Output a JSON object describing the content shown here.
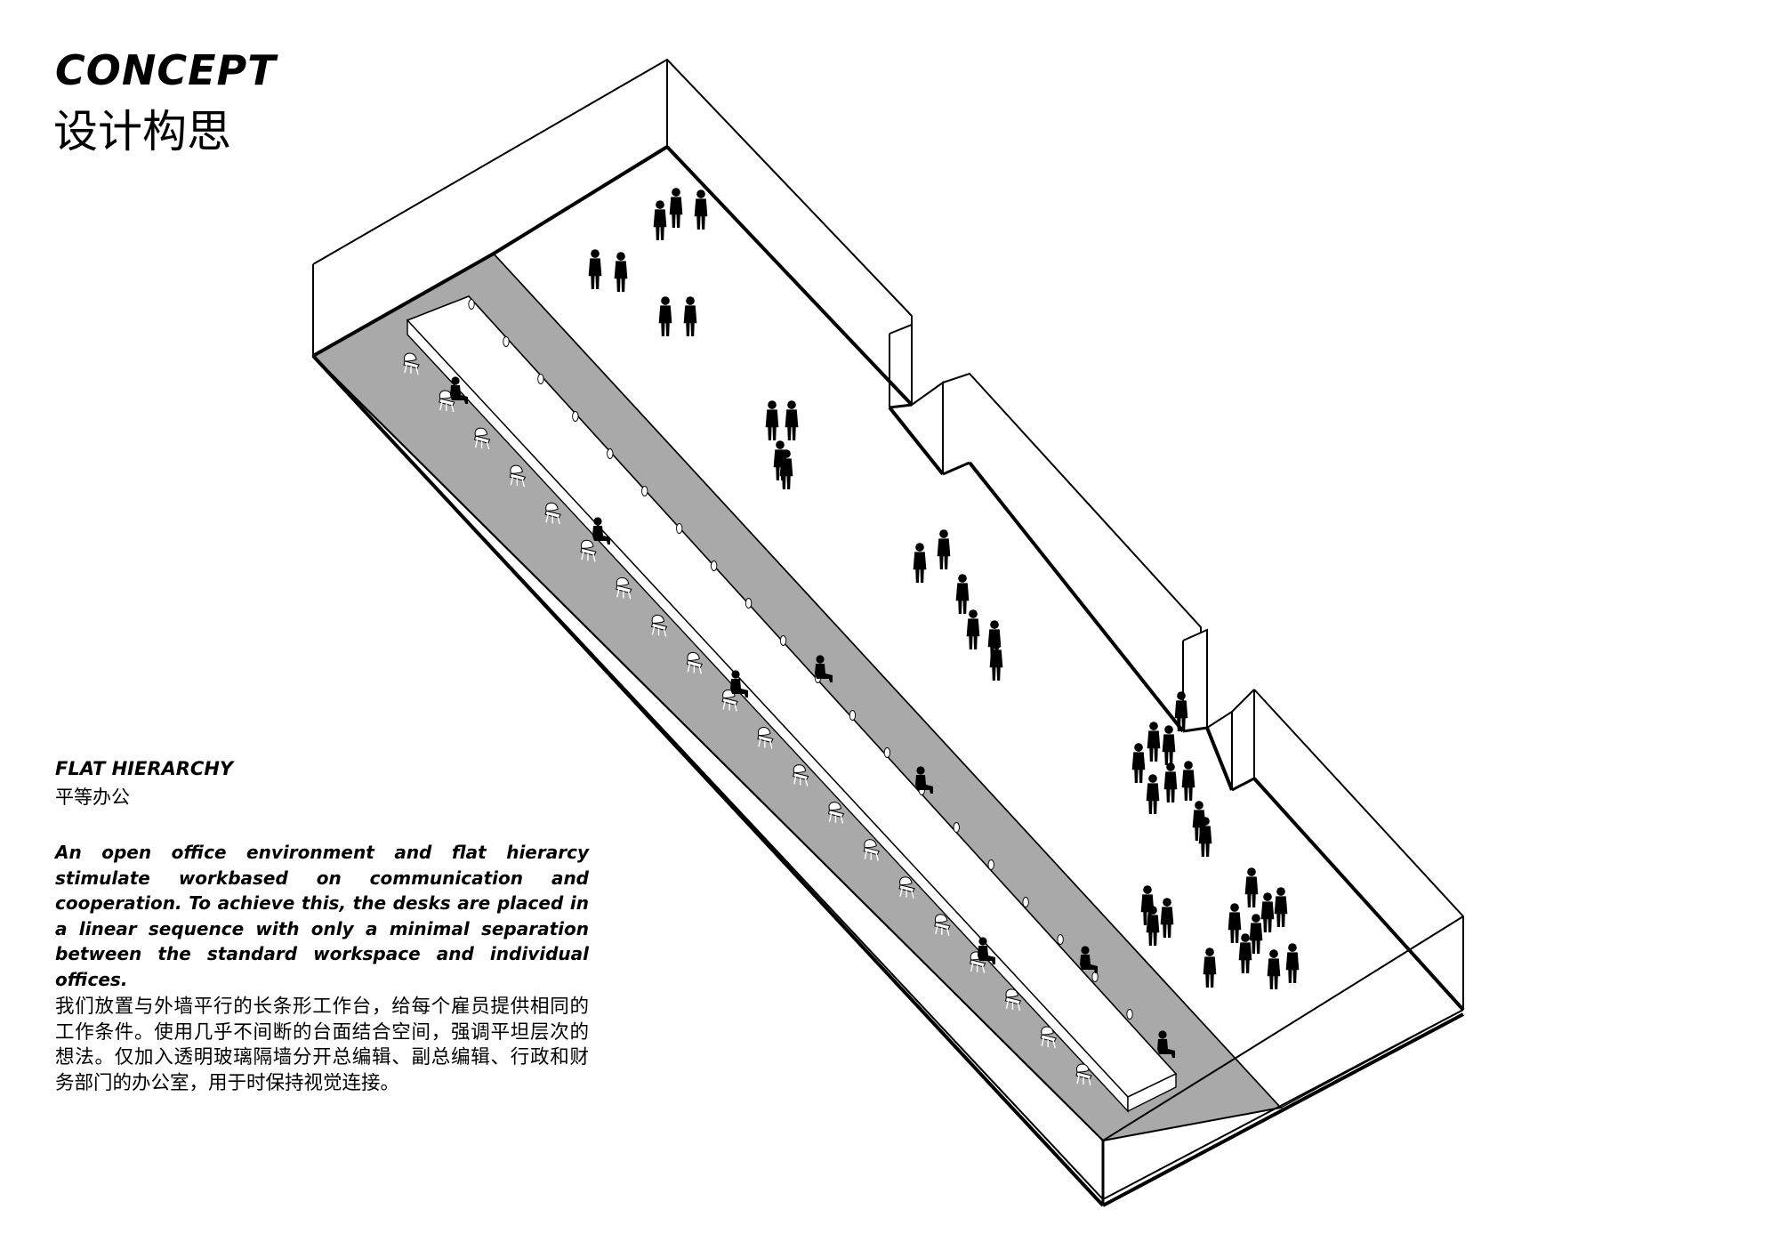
{
  "header": {
    "title_en": "CONCEPT",
    "title_cn": "设计构思"
  },
  "section": {
    "heading_en": "FLAT HIERARCHY",
    "heading_cn": "平等办公",
    "body_en": "An open office environment and flat hierarcy stimulate workbased on communication and cooperation. To achieve this, the desks are placed in a linear sequence with only a minimal separation between the standard workspace and individual offices.",
    "body_cn": "我们放置与外墙平行的长条形工作台，给每个雇员提供相同的工作条件。使用几乎不间断的台面结合空间，强调平坦层次的想法。仅加入透明玻璃隔墙分开总编辑、副总编辑、行政和财务部门的办公室，用于时保持视觉连接。"
  },
  "diagram": {
    "type": "axonometric-office-plan",
    "colors": {
      "workspace_floor": "#a9a9a9",
      "open_floor": "#ffffff",
      "lines": "#000000",
      "figures": "#000000"
    },
    "chair_count": 20,
    "seated_people": 8,
    "standing_people": 38,
    "glass_partitions": 2
  }
}
